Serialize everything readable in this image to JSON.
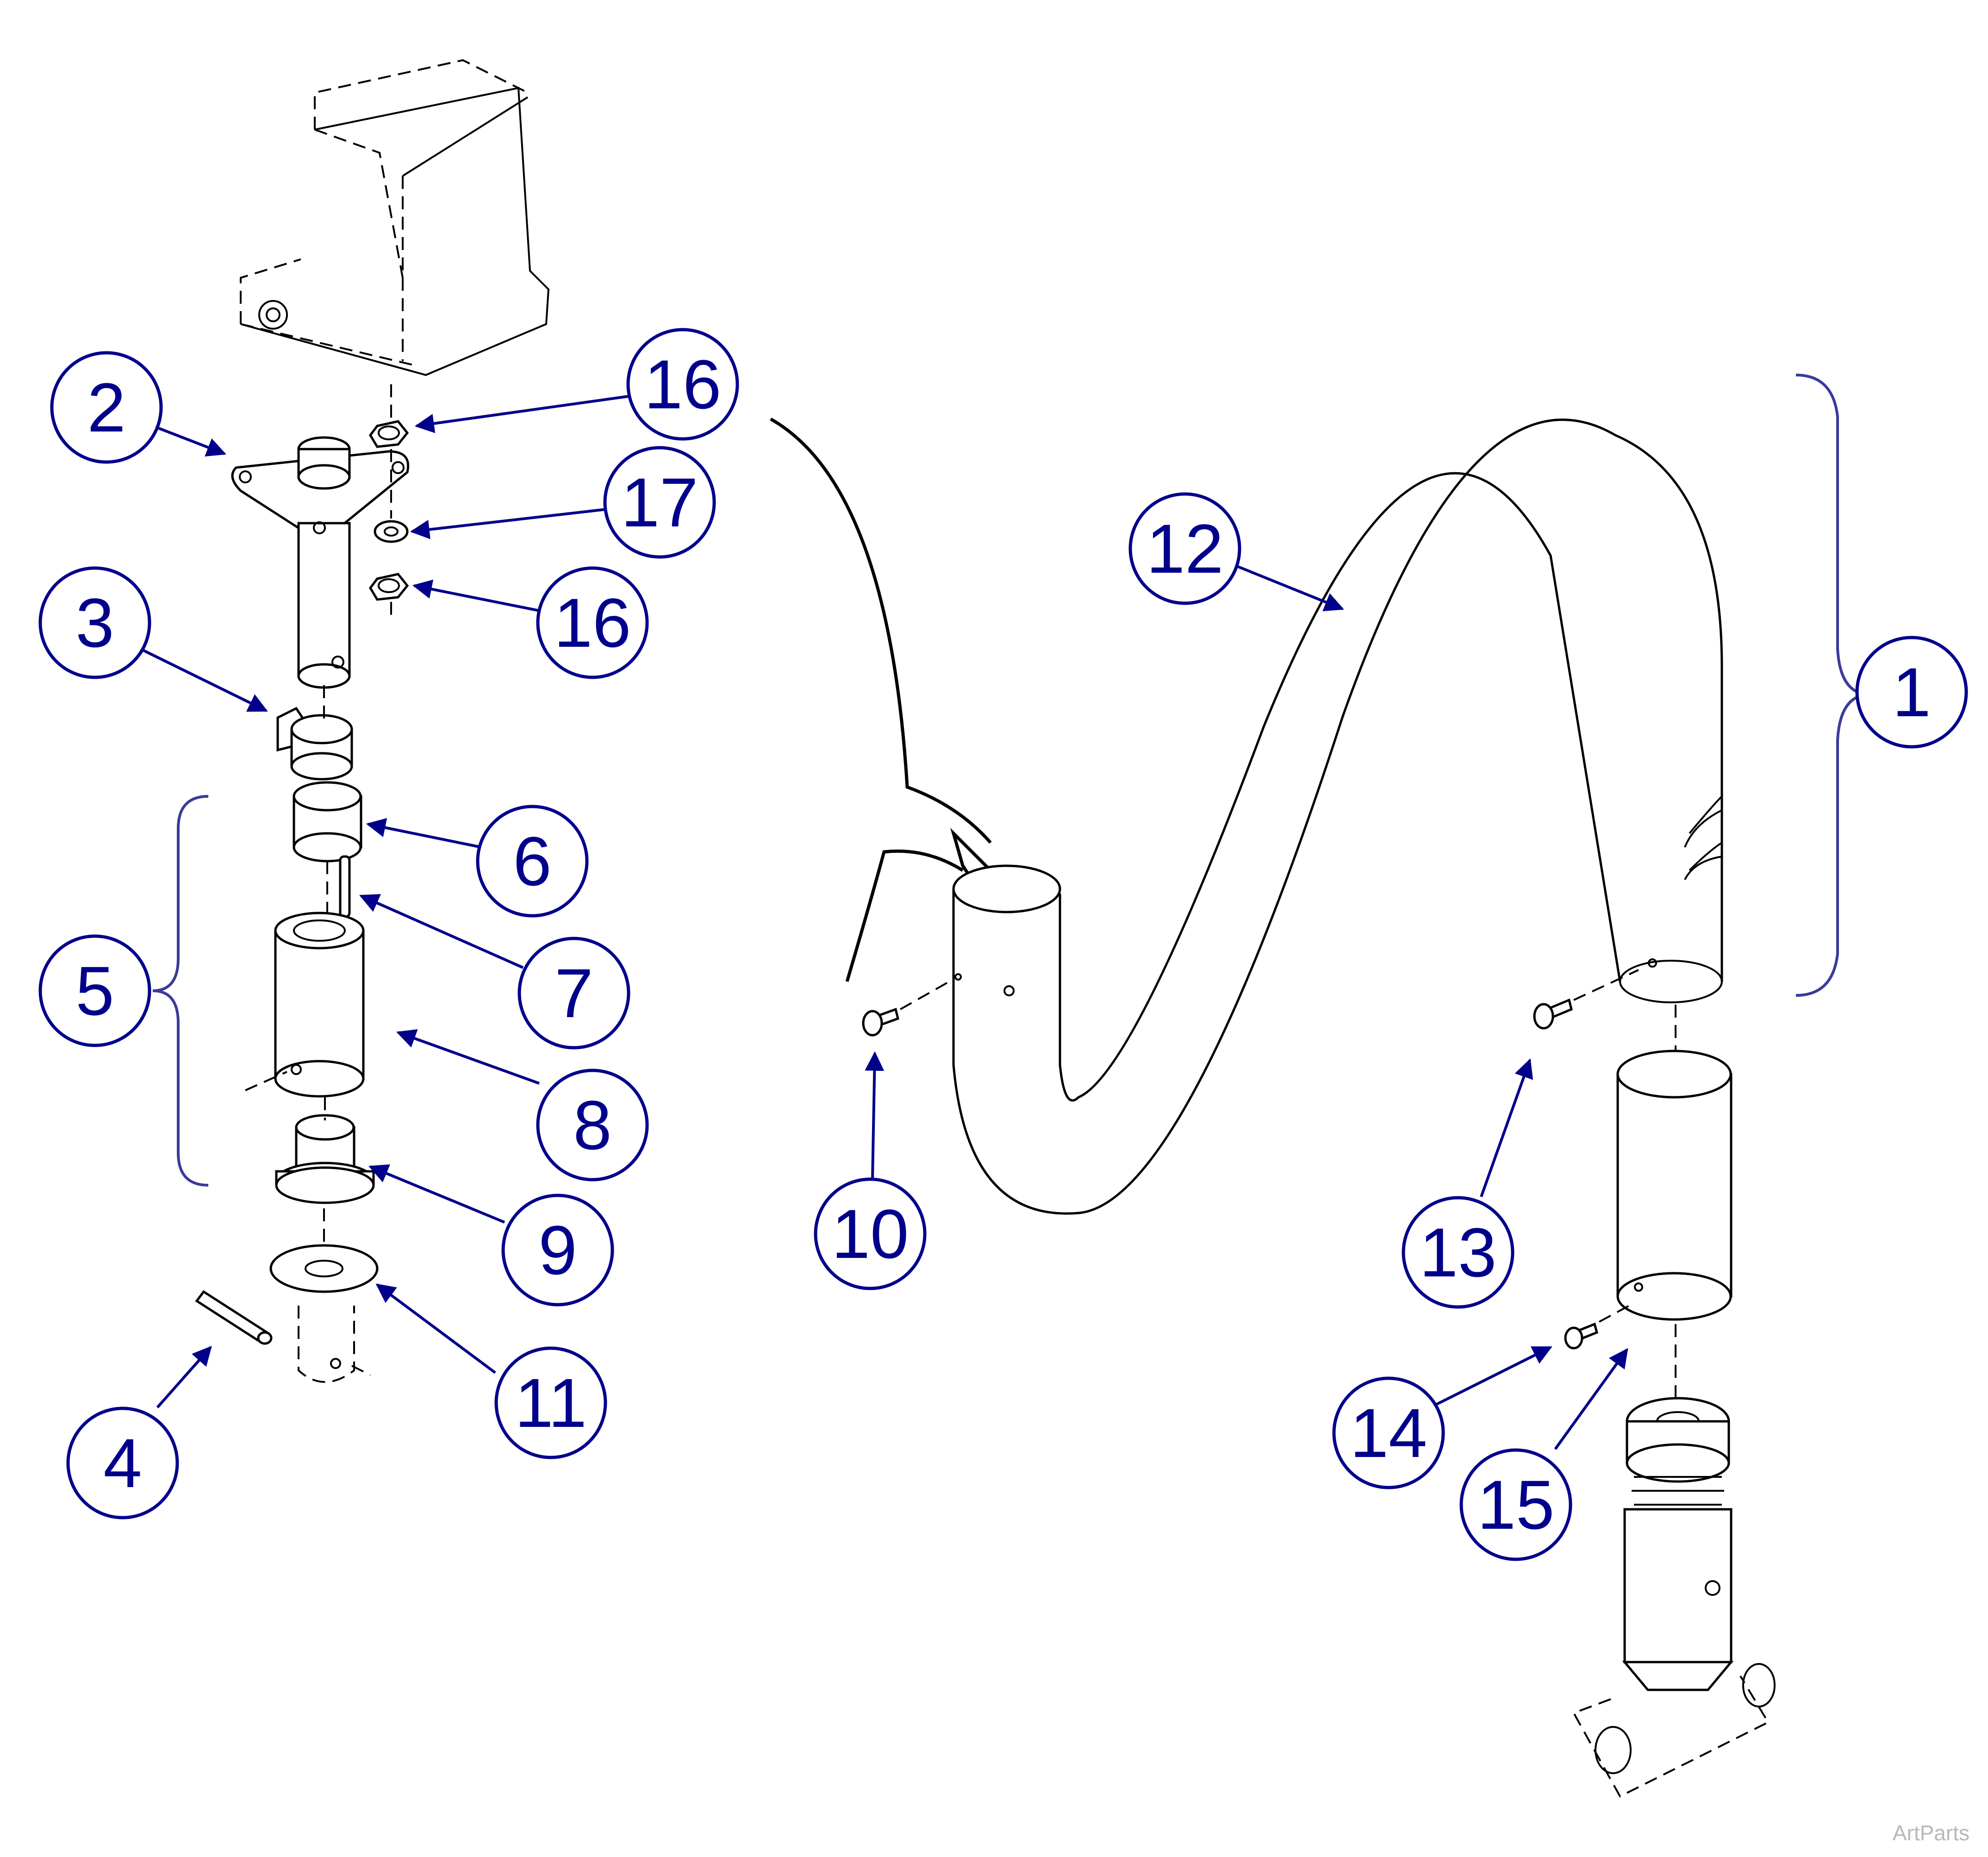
{
  "callouts": [
    {
      "id": "c1",
      "label": "1"
    },
    {
      "id": "c2",
      "label": "2"
    },
    {
      "id": "c3",
      "label": "3"
    },
    {
      "id": "c4",
      "label": "4"
    },
    {
      "id": "c5",
      "label": "5"
    },
    {
      "id": "c6",
      "label": "6"
    },
    {
      "id": "c7",
      "label": "7"
    },
    {
      "id": "c8",
      "label": "8"
    },
    {
      "id": "c9",
      "label": "9"
    },
    {
      "id": "c10",
      "label": "10"
    },
    {
      "id": "c11",
      "label": "11"
    },
    {
      "id": "c12",
      "label": "12"
    },
    {
      "id": "c13",
      "label": "13"
    },
    {
      "id": "c14",
      "label": "14"
    },
    {
      "id": "c15",
      "label": "15"
    },
    {
      "id": "c16a",
      "label": "16"
    },
    {
      "id": "c16b",
      "label": "16"
    },
    {
      "id": "c17",
      "label": "17"
    }
  ],
  "watermark": "ArtParts",
  "colors": {
    "callout": "#00008b",
    "line": "#000000",
    "brace": "#3b3b9a"
  }
}
